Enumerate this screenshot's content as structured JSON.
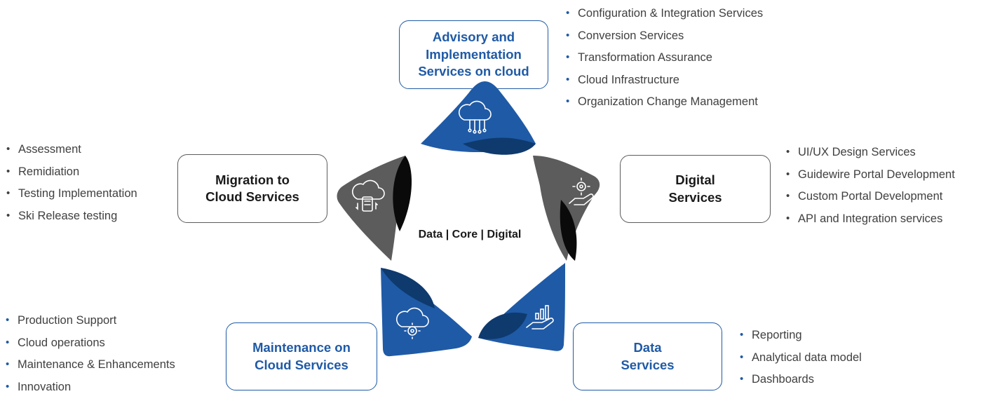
{
  "center_label": "Data | Core | Digital",
  "colors": {
    "blue": "#1f5aa6",
    "dark_blue": "#0e3a6e",
    "gray": "#5c5c5c",
    "black": "#0a0a0a"
  },
  "boxes": {
    "advisory": "Advisory and\nImplementation\nServices on cloud",
    "digital": "Digital\nServices",
    "data": "Data\nServices",
    "maintenance": "Maintenance on\nCloud Services",
    "migration": "Migration to\nCloud Services"
  },
  "lists": {
    "advisory": [
      "Configuration & Integration Services",
      "Conversion Services",
      "Transformation Assurance",
      "Cloud Infrastructure",
      "Organization Change Management"
    ],
    "digital": [
      "UI/UX Design Services",
      "Guidewire Portal Development",
      "Custom Portal Development",
      "API and Integration services"
    ],
    "data": [
      "Reporting",
      "Analytical data model",
      "Dashboards"
    ],
    "maintenance": [
      "Production Support",
      "Cloud operations",
      "Maintenance & Enhancements",
      "Innovation"
    ],
    "migration": [
      "Assessment",
      "Remidiation",
      "Testing Implementation",
      "Ski Release testing"
    ]
  },
  "icons": {
    "advisory": "cloud-circuit-icon",
    "digital": "hand-gear-icon",
    "data": "hand-chart-icon",
    "maintenance": "cloud-gear-icon",
    "migration": "cloud-device-icon"
  }
}
